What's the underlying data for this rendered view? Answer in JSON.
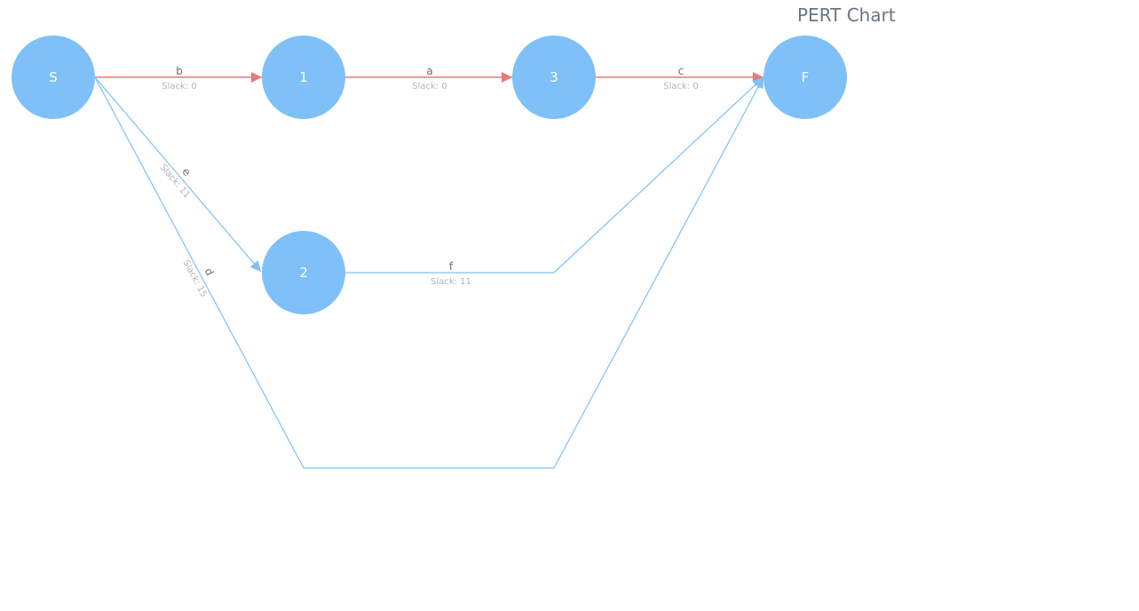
{
  "title": "PERT Chart",
  "colors": {
    "node_fill": "#7ec0f7",
    "node_text": "#ffffff",
    "critical_edge": "#e6777a",
    "normal_edge": "#7ec0f7",
    "edge_name": "#6e6e6e",
    "edge_slack": "#b4b4b4",
    "title": "#6b7683"
  },
  "nodes": [
    {
      "id": "S",
      "label": "S"
    },
    {
      "id": "1",
      "label": "1"
    },
    {
      "id": "3",
      "label": "3"
    },
    {
      "id": "F",
      "label": "F"
    },
    {
      "id": "2",
      "label": "2"
    }
  ],
  "activities": [
    {
      "name": "b",
      "from": "S",
      "to": "1",
      "slack": "Slack: 0",
      "critical": true
    },
    {
      "name": "a",
      "from": "1",
      "to": "3",
      "slack": "Slack: 0",
      "critical": true
    },
    {
      "name": "c",
      "from": "3",
      "to": "F",
      "slack": "Slack: 0",
      "critical": true
    },
    {
      "name": "e",
      "from": "S",
      "to": "2",
      "slack": "Slack: 11",
      "critical": false
    },
    {
      "name": "f",
      "from": "2",
      "to": "F",
      "slack": "Slack: 11",
      "critical": false
    },
    {
      "name": "d",
      "from": "S",
      "to": "F",
      "slack": "Slack: 15",
      "critical": false
    }
  ]
}
